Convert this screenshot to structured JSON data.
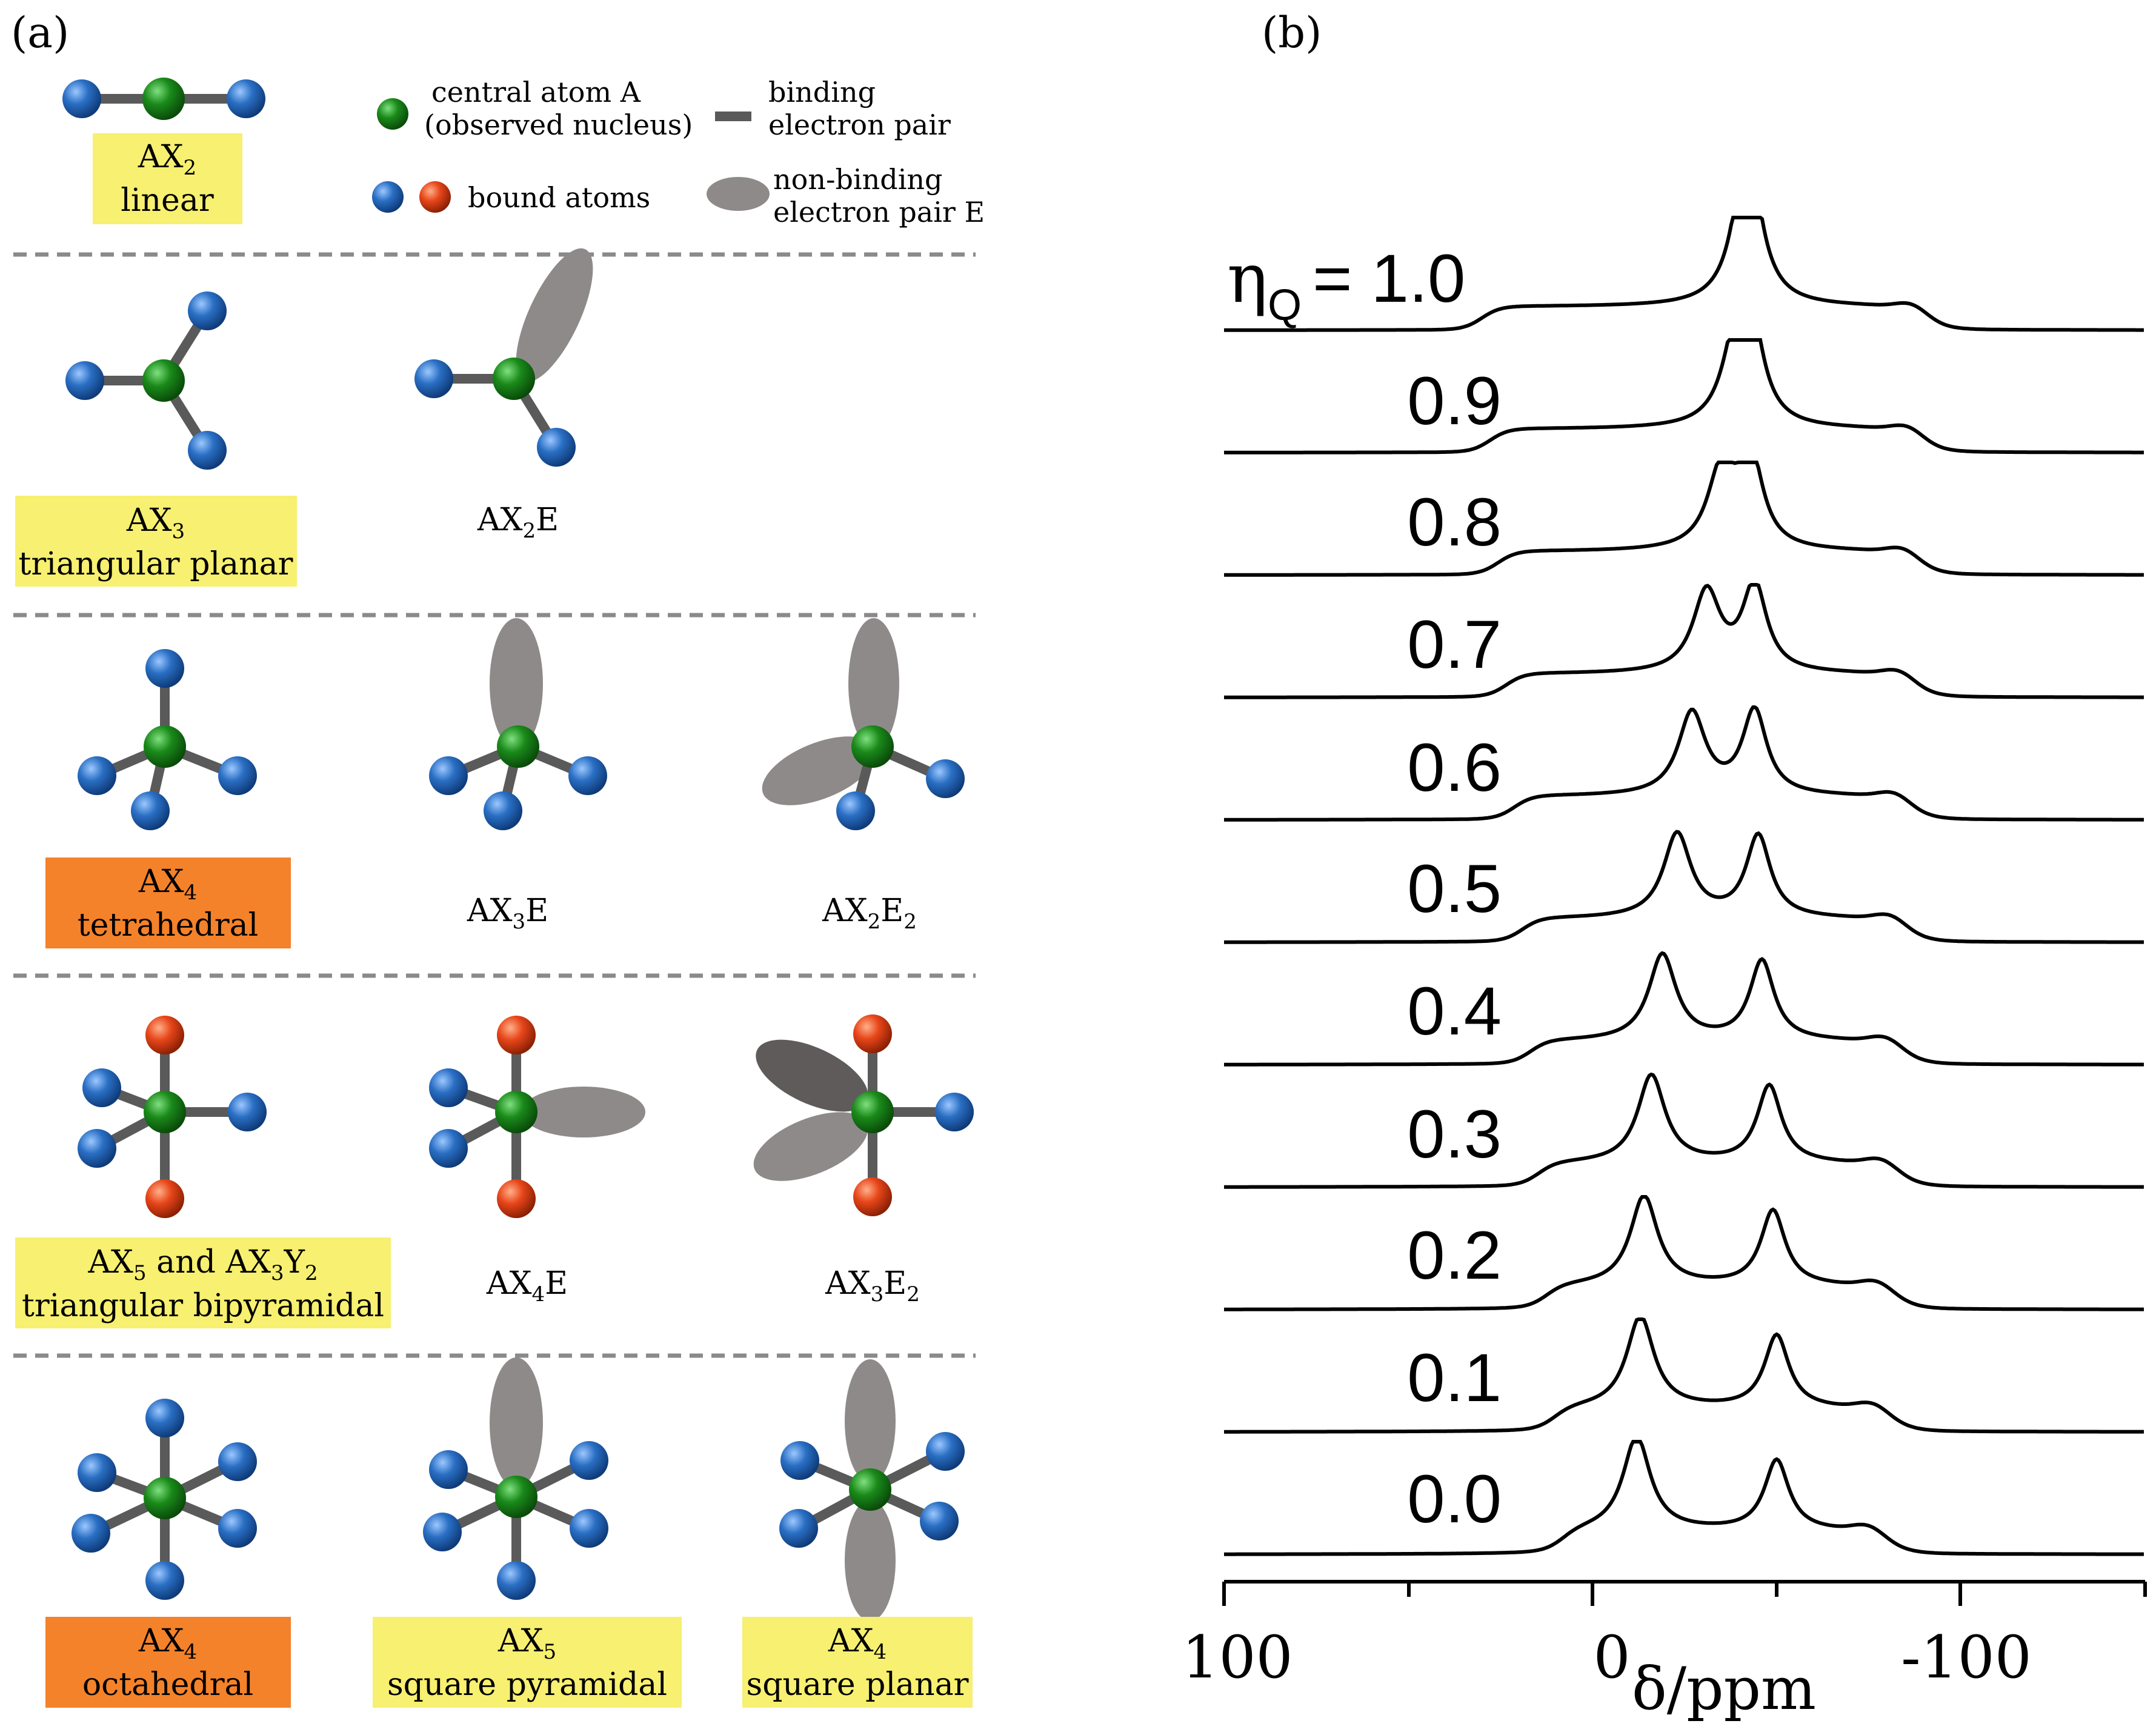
{
  "panel_a": {
    "label": "(a)",
    "legend": {
      "central_atom_line1": "central atom A",
      "central_atom_line2": "(observed nucleus)",
      "bound_atoms": "bound atoms",
      "binding_line1": "binding",
      "binding_line2": "electron pair",
      "nonbinding_line1": "non-binding",
      "nonbinding_line2": "electron pair E"
    },
    "labels": {
      "ax2_name": "AX",
      "ax2_sub": "2",
      "ax2_geom": "linear",
      "ax3_name": "AX",
      "ax3_sub": "3",
      "ax3_geom": "triangular planar",
      "ax2e_pre": "AX",
      "ax2e_sub": "2",
      "ax2e_post": "E",
      "ax4t_name": "AX",
      "ax4t_sub": "4",
      "ax4t_geom": "tetrahedral",
      "ax3e_pre": "AX",
      "ax3e_sub": "3",
      "ax3e_post": "E",
      "ax2e2_pre": "AX",
      "ax2e2_sub1": "2",
      "ax2e2_mid": "E",
      "ax2e2_sub2": "2",
      "ax5_pre": "AX",
      "ax5_sub": "5",
      "ax5_and": " and AX",
      "ax5_sub2": "3",
      "ax5_y": "Y",
      "ax5_sub3": "2",
      "ax5_geom": "triangular bipyramidal",
      "ax4e_pre": "AX",
      "ax4e_sub": "4",
      "ax4e_post": "E",
      "ax3e2_pre": "AX",
      "ax3e2_sub1": "3",
      "ax3e2_mid": "E",
      "ax3e2_sub2": "2",
      "ax4o_name": "AX",
      "ax4o_sub": "4",
      "ax4o_geom": "octahedral",
      "ax5sp_name": "AX",
      "ax5sp_sub": "5",
      "ax5sp_geom": "square pyramidal",
      "ax4sq_name": "AX",
      "ax4sq_sub": "4",
      "ax4sq_geom": "square planar"
    },
    "colors": {
      "central": "#1a8a1a",
      "bound_blue": "#2a6fc4",
      "bound_red": "#e8461a",
      "bond": "#5a5a5a",
      "lone_pair": "#8f8a8a",
      "box_yellow": "#f7f070",
      "box_orange": "#f4822a",
      "divider": "#8a8a8a"
    }
  },
  "panel_b": {
    "label": "(b)",
    "eta_symbol": "η",
    "eta_sub": "Q",
    "eta_eq": "= 1.0",
    "series_labels": [
      "0.9",
      "0.8",
      "0.7",
      "0.6",
      "0.5",
      "0.4",
      "0.3",
      "0.2",
      "0.1",
      "0.0"
    ],
    "axis_label": "δ/ppm",
    "ticks": [
      "100",
      "0",
      "-100"
    ]
  },
  "chart_data": {
    "type": "line",
    "xlabel": "δ/ppm",
    "xlim": [
      100,
      -150
    ],
    "x_ticks": [
      100,
      0,
      -100
    ],
    "series": [
      {
        "name": "η_Q = 0.0",
        "eta": 0.0
      },
      {
        "name": "0.1",
        "eta": 0.1
      },
      {
        "name": "0.2",
        "eta": 0.2
      },
      {
        "name": "0.3",
        "eta": 0.3
      },
      {
        "name": "0.4",
        "eta": 0.4
      },
      {
        "name": "0.5",
        "eta": 0.5
      },
      {
        "name": "0.6",
        "eta": 0.6
      },
      {
        "name": "0.7",
        "eta": 0.7
      },
      {
        "name": "0.8",
        "eta": 0.8
      },
      {
        "name": "0.9",
        "eta": 0.9
      },
      {
        "name": "1.0",
        "eta": 1.0
      }
    ],
    "peak_positions_ppm": {
      "0.0": [
        -12,
        -50
      ],
      "0.1": [
        -13,
        -50
      ],
      "0.2": [
        -14,
        -49
      ],
      "0.3": [
        -16,
        -48
      ],
      "0.4": [
        -19,
        -46
      ],
      "0.5": [
        -23,
        -45
      ],
      "0.6": [
        -27,
        -44
      ],
      "0.7": [
        -31,
        -44
      ],
      "0.8": [
        -35,
        -43
      ],
      "0.9": [
        -39,
        -43
      ],
      "1.0": [
        -42,
        -42
      ]
    }
  }
}
